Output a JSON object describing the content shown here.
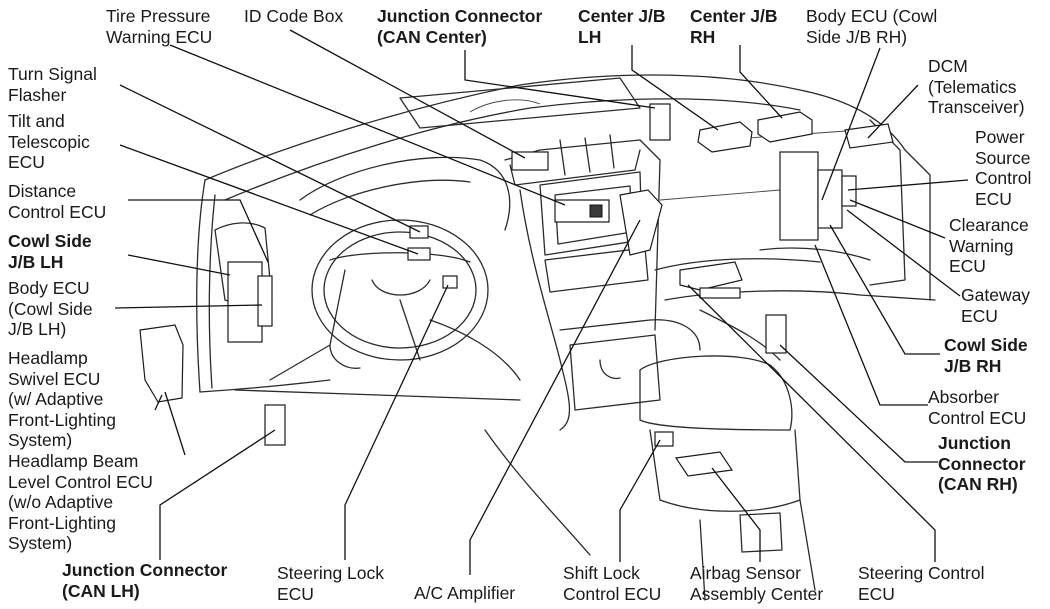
{
  "labels": {
    "tire_pressure": "Tire Pressure\nWarning ECU",
    "id_code_box": "ID Code Box",
    "jc_can_center": "Junction Connector\n(CAN Center)",
    "center_jb_lh": "Center J/B\nLH",
    "center_jb_rh": "Center J/B\nRH",
    "body_ecu_rh": "Body ECU (Cowl\nSide J/B RH)",
    "dcm": "DCM\n(Telematics\nTransceiver)",
    "turn_signal": "Turn Signal\nFlasher",
    "tilt_telescopic": "Tilt and\nTelescopic\nECU",
    "distance_control": "Distance\nControl ECU",
    "cowl_side_lh": "Cowl Side\nJ/B LH",
    "body_ecu_lh": "Body ECU\n(Cowl Side\nJ/B LH)",
    "headlamp_swivel": "Headlamp\nSwivel ECU\n(w/ Adaptive\nFront-Lighting\nSystem)",
    "headlamp_beam": "Headlamp Beam\nLevel Control ECU\n(w/o Adaptive\nFront-Lighting\nSystem)",
    "jc_can_lh": "Junction Connector\n(CAN LH)",
    "power_source": "Power\nSource\nControl\nECU",
    "clearance_warning": "Clearance\nWarning\nECU",
    "gateway": "Gateway\nECU",
    "cowl_side_rh": "Cowl Side\nJ/B RH",
    "absorber": "Absorber\nControl ECU",
    "jc_can_rh": "Junction\nConnector\n(CAN RH)",
    "steering_lock": "Steering Lock\nECU",
    "ac_amplifier": "A/C Amplifier",
    "shift_lock": "Shift Lock\nControl ECU",
    "airbag_sensor": "Airbag Sensor\nAssembly Center",
    "steering_control": "Steering Control\nECU"
  }
}
